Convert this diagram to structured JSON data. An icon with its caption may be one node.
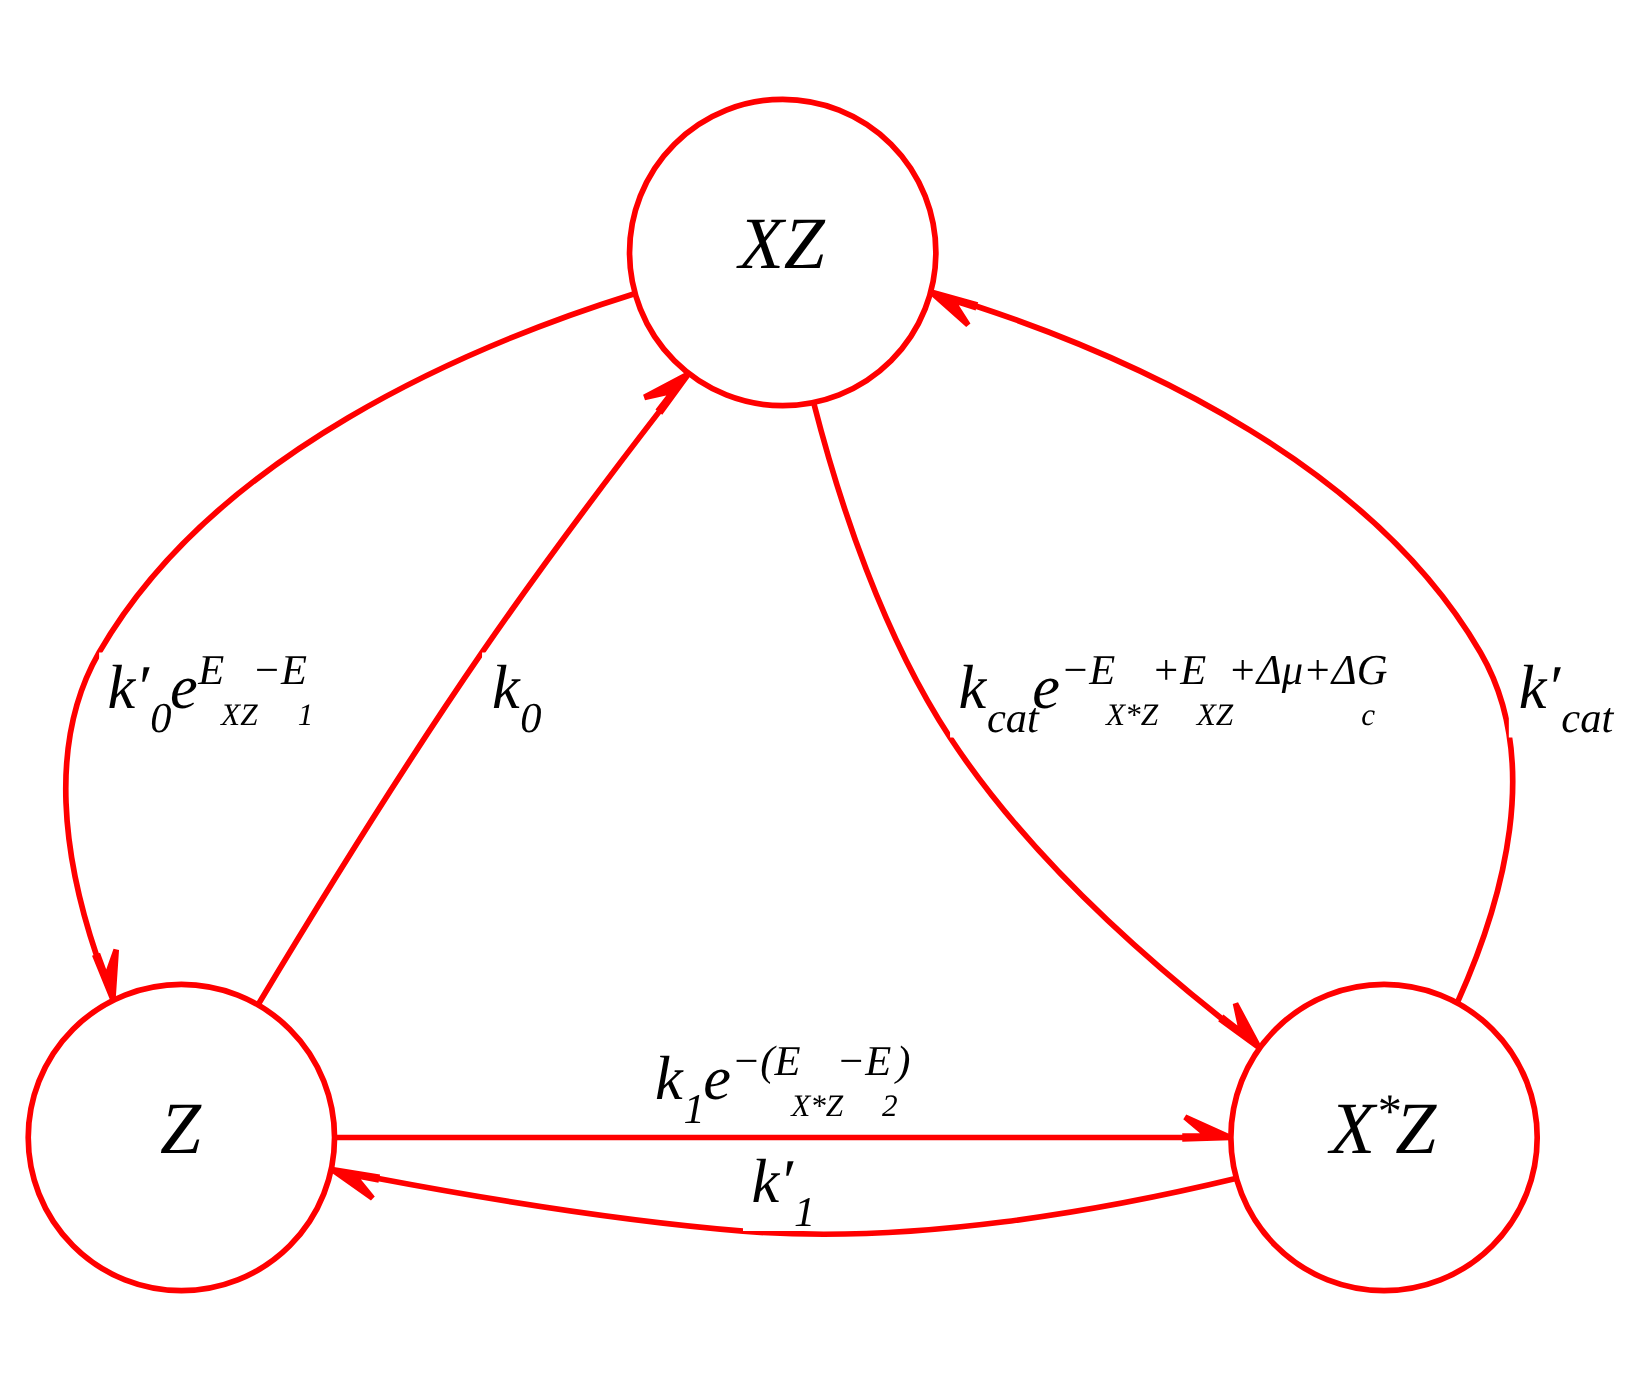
{
  "diagram": {
    "nodes": [
      {
        "text": [
          "XZ"
        ]
      },
      {
        "text": [
          "Z"
        ]
      },
      {
        "text": [
          "X$^{*}$Z"
        ]
      }
    ],
    "edges": [
      {
        "from": 1,
        "to": 0,
        "arrow": "to",
        "label": "k$_{0}$"
      },
      {
        "from": 0,
        "to": 1,
        "arrow": "to",
        "label": "k′$_{0}$e$^{E}$$_{XZ}$$^{−E}$$_{1}$"
      },
      {
        "from": 0,
        "to": 2,
        "arrow": "to",
        "label": "k$_{cat}$e$^{−E}$$_{X*Z}$$^{+E}$$_{XZ}$$^{+Δμ+ΔG}$$_{c}$"
      },
      {
        "from": 2,
        "to": 0,
        "arrow": "to",
        "label": "k′$_{cat}$"
      },
      {
        "from": 1,
        "to": 2,
        "arrow": "to",
        "label": "k$_{1}$e$^{−(E}$$_{X*Z}$$^{−E}$$_{2}$$^{)}$"
      },
      {
        "from": 2,
        "to": 1,
        "arrow": "to",
        "label": "k′$_{1}$"
      }
    ]
  }
}
